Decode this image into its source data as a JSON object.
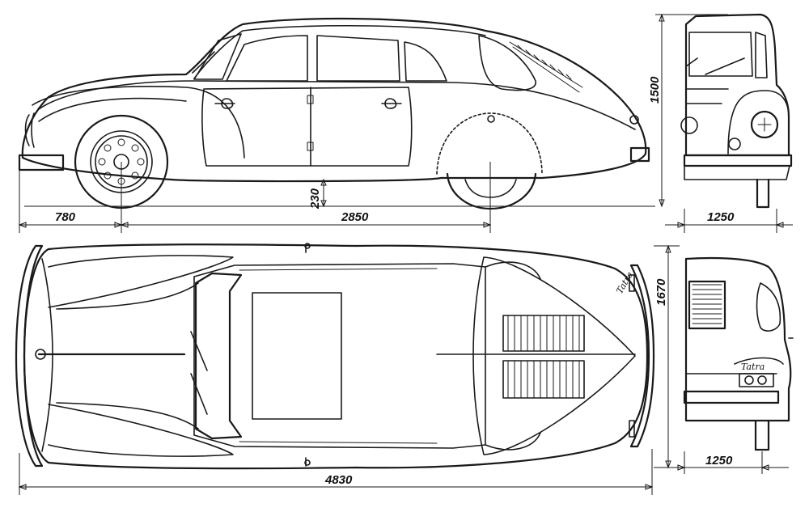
{
  "dimensions": {
    "front_overhang": "780",
    "wheelbase": "2850",
    "ground_clearance": "230",
    "height": "1500",
    "front_track": "1250",
    "width": "1670",
    "rear_track": "1250",
    "length": "4830"
  },
  "badge": "Tatra",
  "colors": {
    "ink": "#1a1a1a",
    "paper": "#ffffff"
  }
}
